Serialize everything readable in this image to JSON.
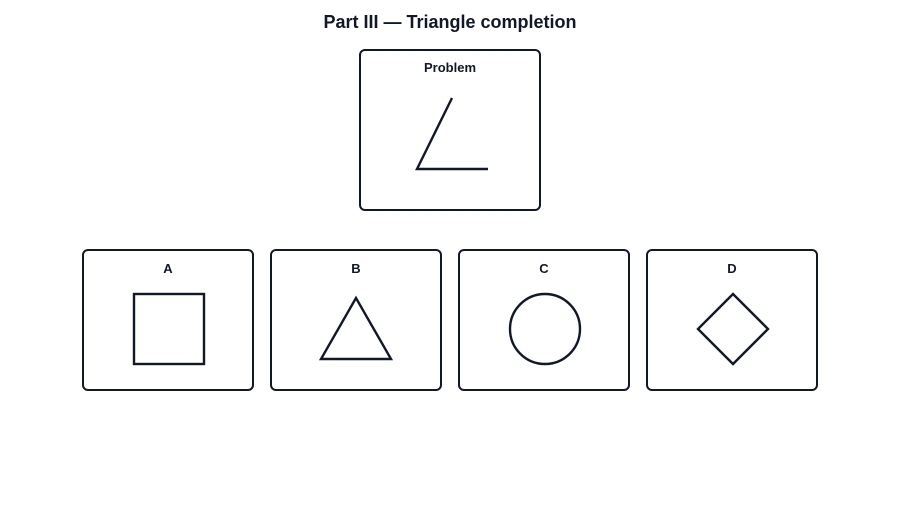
{
  "title": "Part III — Triangle completion",
  "problem": {
    "label": "Problem",
    "figure": "open-angle-two-strokes"
  },
  "options": [
    {
      "label": "A",
      "shape": "square"
    },
    {
      "label": "B",
      "shape": "triangle"
    },
    {
      "label": "C",
      "shape": "circle"
    },
    {
      "label": "D",
      "shape": "diamond"
    }
  ],
  "colors": {
    "ink": "#111827",
    "background": "#ffffff"
  }
}
